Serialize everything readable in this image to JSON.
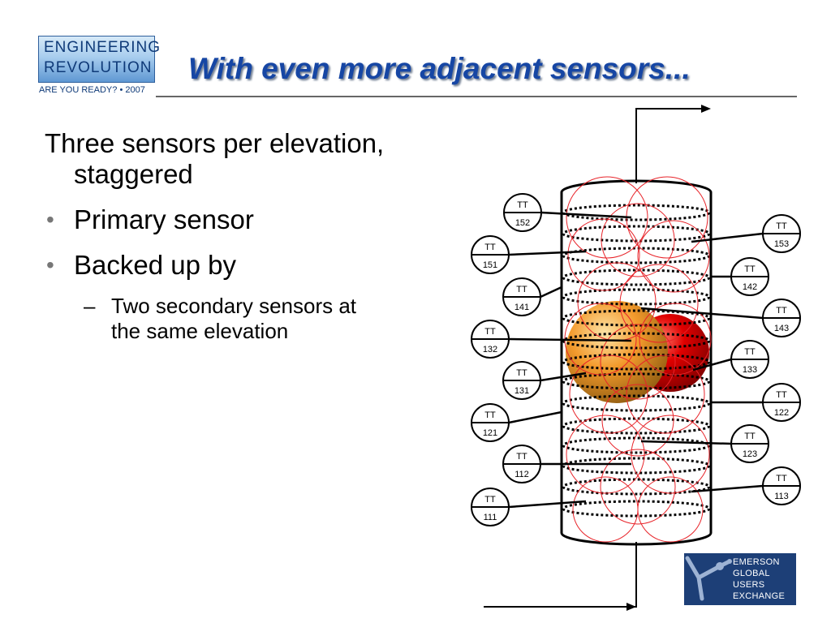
{
  "logo": {
    "line1": "ENGINEERING",
    "line2": "REVOLUTION",
    "tagline": "ARE YOU READY? • 2007"
  },
  "slide": {
    "title": "With even more adjacent sensors...",
    "intro_line1": "Three sensors per elevation,",
    "intro_line2": "staggered",
    "bullets": [
      {
        "text": "Primary sensor"
      },
      {
        "text": "Backed up by"
      }
    ],
    "subbullet_line1": "Two secondary sensors at",
    "subbullet_line2": "the same elevation"
  },
  "diagram": {
    "sensors": [
      {
        "tag": "TT",
        "number": "152"
      },
      {
        "tag": "TT",
        "number": "153"
      },
      {
        "tag": "TT",
        "number": "151"
      },
      {
        "tag": "TT",
        "number": "142"
      },
      {
        "tag": "TT",
        "number": "141"
      },
      {
        "tag": "TT",
        "number": "143"
      },
      {
        "tag": "TT",
        "number": "132"
      },
      {
        "tag": "TT",
        "number": "133"
      },
      {
        "tag": "TT",
        "number": "131"
      },
      {
        "tag": "TT",
        "number": "122"
      },
      {
        "tag": "TT",
        "number": "121"
      },
      {
        "tag": "TT",
        "number": "123"
      },
      {
        "tag": "TT",
        "number": "112"
      },
      {
        "tag": "TT",
        "number": "113"
      },
      {
        "tag": "TT",
        "number": "111"
      }
    ],
    "colors": {
      "coverage_circle": "#e8242a",
      "hotspot_orange": "#f39a2c",
      "hotspot_red": "#d80000",
      "vessel": "#000000"
    }
  },
  "footer_logo": {
    "line1": "EMERSON",
    "line2": "GLOBAL",
    "line3": "USERS",
    "line4": "EXCHANGE"
  }
}
